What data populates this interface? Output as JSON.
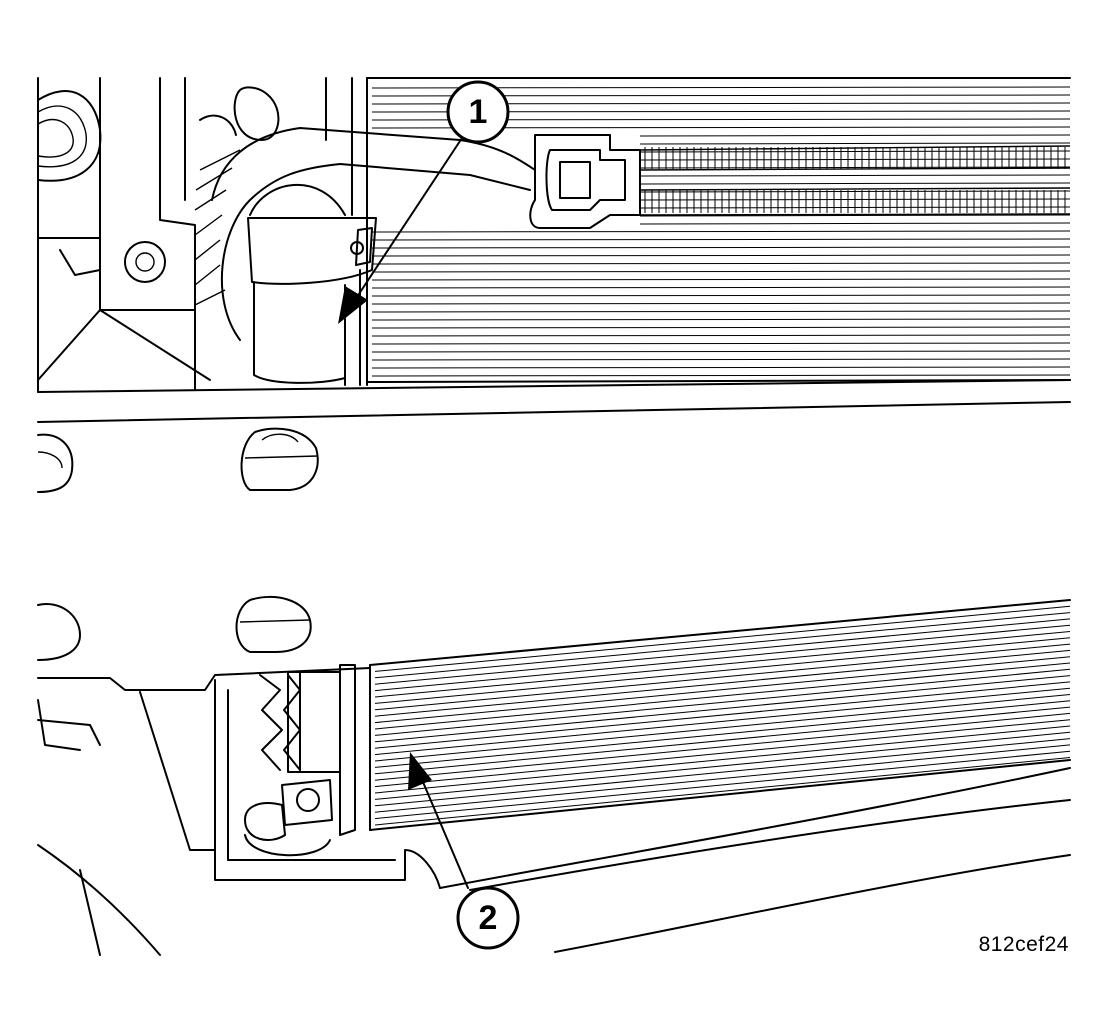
{
  "figure_code": "812cef24",
  "callouts": [
    {
      "number": "1",
      "target": "condenser-bracket-upper"
    },
    {
      "number": "2",
      "target": "condenser-lower-edge"
    }
  ],
  "colors": {
    "line": "#000000",
    "background": "#ffffff"
  }
}
